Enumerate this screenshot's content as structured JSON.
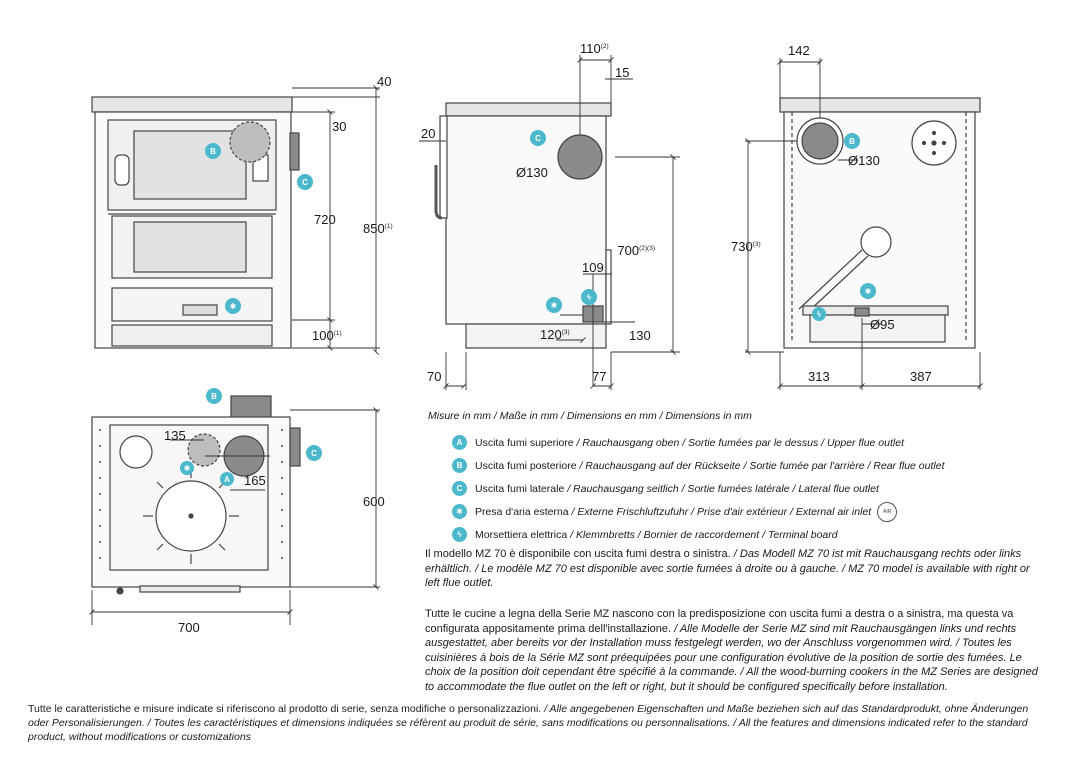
{
  "dimensions": {
    "front_top_overhang": "40",
    "front_top_offset": "30",
    "front_height_body": "720",
    "front_total_height": "850",
    "front_total_height_note": "(1)",
    "front_plinth": "100",
    "front_plinth_note": "(1)",
    "side_flue_dia": "110",
    "side_flue_dia_note": "(2)",
    "side_top_step": "15",
    "side_front_offset": "20",
    "side_flue_label": "Ø130",
    "side_flue_height": "700",
    "side_flue_height_note": "(2)(3)",
    "side_terminal_h": "109",
    "side_air_h": "120",
    "side_air_h_note": "(3)",
    "side_air_w": "130",
    "side_foot": "70",
    "side_back": "77",
    "back_flue_offset": "142",
    "back_flue_label": "Ø130",
    "back_flue_height": "730",
    "back_flue_height_note": "(3)",
    "back_air_label": "Ø95",
    "back_left": "313",
    "back_right": "387",
    "top_flue_x": "135",
    "top_flue_y": "165",
    "top_depth": "600",
    "top_width": "700"
  },
  "legend": {
    "units": "Misure in mm / Maße in mm / Dimensions en mm / Dimensions in mm",
    "items": [
      {
        "badge": "A",
        "text": "Uscita fumi superiore",
        "trans": " / Rauchausgang oben / Sortie fumées par le dessus / Upper flue outlet"
      },
      {
        "badge": "B",
        "text": "Uscita fumi posteriore",
        "trans": " / Rauchausgang auf der Rückseite / Sortie fumée par l'arrière / Rear flue outlet"
      },
      {
        "badge": "C",
        "text": "Uscita fumi laterale",
        "trans": " / Rauchausgang seitlich / Sortie fumées latérale / Lateral flue outlet"
      },
      {
        "badge": "✱",
        "text": "Presa d'aria esterna",
        "trans": " / Externe Frischluftzufuhr / Prise d'air extérieur / External air inlet"
      },
      {
        "badge": "ϟ",
        "text": "Morsettiera elettrica",
        "trans": " / Klemmbretts / Bornier de raccordement / Terminal board"
      }
    ],
    "air_mark": "AIR"
  },
  "paragraphs": {
    "p1_main": "Il modello MZ 70 è disponibile con uscita fumi destra o sinistra.",
    "p1_trans": " / Das Modell MZ 70 ist mit Rauchausgang rechts oder links erhältlich. / Le modèle MZ 70 est disponible avec sortie fumées à droite ou à gauche. / MZ 70 model is available with right or left flue outlet.",
    "p2_main": "Tutte le cucine a legna della Serie MZ nascono con la predisposizione con uscita fumi a destra o a sinistra, ma questa va configurata appositamente prima dell'installazione.",
    "p2_trans": " / Alle Modelle der Serie MZ sind mit Rauchausgängen links und rechts ausgestattet, aber bereits vor der Installation muss festgelegt werden, wo der Anschluss vorgenommen wird. / Toutes les cuisinières à bois de la Série MZ sont préequipées pour une configuration évolutive de la position de sortie des fumées. Le choix de la position doit cependant être spécifié à la commande. / All the wood-burning cookers in the MZ Series are designed to accommodate the flue outlet on the left or right, but it should be configured specifically before installation.",
    "footer_main": "Tutte le caratteristiche e misure indicate si riferiscono al prodotto di serie, senza modifiche o personalizzazioni.",
    "footer_trans": " / Alle angegebenen Eigenschaften und Maße beziehen sich auf das Standardprodukt, ohne Änderungen oder Personalisierungen. / Toutes les caractéristiques et dimensions indiquées se réfèrent au produit de série, sans modifications ou personnalisations. / All the features and dimensions indicated refer to the standard product, without modifications or customizations"
  },
  "badges": {
    "a": "A",
    "b": "B",
    "c": "C",
    "air": "✱",
    "elec": "ϟ"
  },
  "colors": {
    "accent": "#4bb8cc",
    "line": "#444444",
    "fill": "#d8d8d8",
    "flue": "#8a8a8a"
  }
}
